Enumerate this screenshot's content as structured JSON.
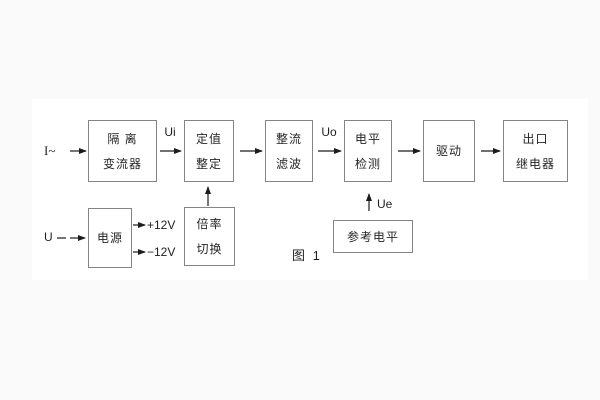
{
  "figure": {
    "caption": "图 1"
  },
  "io_labels": {
    "current_input": "I~",
    "voltage_input": "U"
  },
  "signal_labels": {
    "ui": "Ui",
    "uo": "Uo",
    "ue": "Ue",
    "plus12": "+12V",
    "minus12": "−12V"
  },
  "blocks": {
    "isolation": {
      "line1": "隔 离",
      "line2": "变流器"
    },
    "setting": {
      "line1": "定值",
      "line2": "整定"
    },
    "rectifier_filter": {
      "line1": "整流",
      "line2": "滤波"
    },
    "level_detect": {
      "line1": "电平",
      "line2": "检测"
    },
    "drive": {
      "label": "驱动"
    },
    "output_relay": {
      "line1": "出口",
      "line2": "继电器"
    },
    "power": {
      "label": "电源"
    },
    "ratio_switch": {
      "line1": "倍率",
      "line2": "切换"
    },
    "reference_level": {
      "label": "参考电平"
    }
  },
  "colors": {
    "page_background": "#fafafa",
    "panel_background": "#ffffff",
    "box_border": "#848484",
    "text": "#262626",
    "arrow": "#1c1c1c"
  }
}
